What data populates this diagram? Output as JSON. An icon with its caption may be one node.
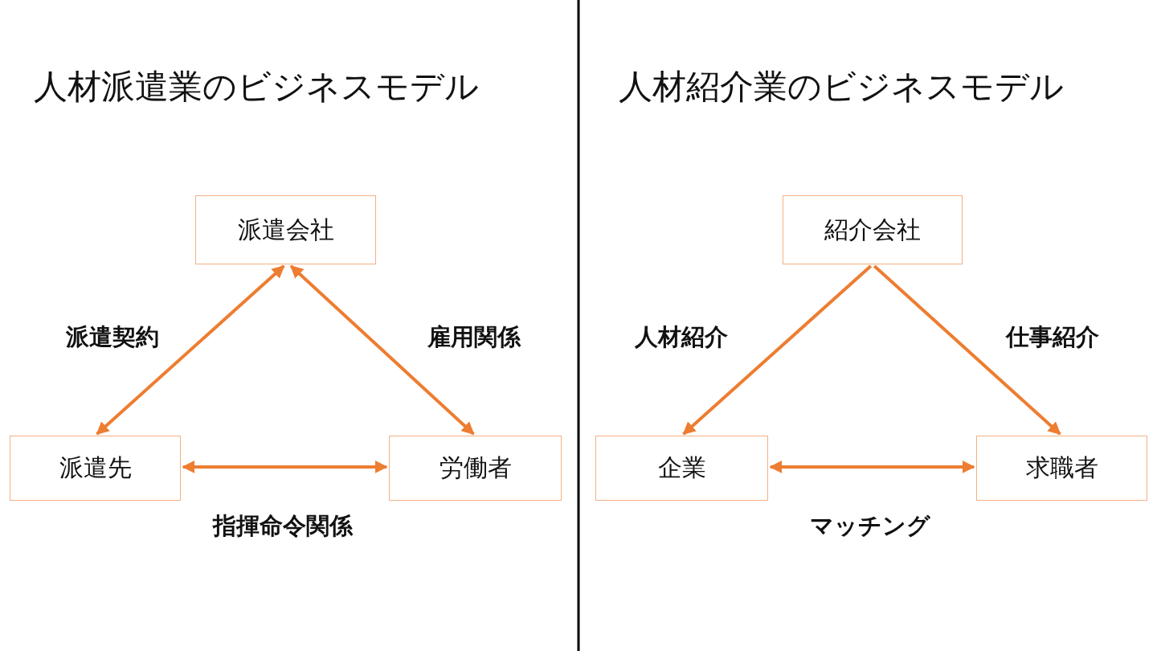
{
  "diagram": {
    "nodes": [
      {
        "text": [
          "派遣会社"
        ]
      },
      {
        "text": [
          "派遣先"
        ]
      },
      {
        "text": [
          "労働者"
        ]
      },
      {
        "text": [
          "紹介会社"
        ]
      },
      {
        "text": [
          "企業"
        ]
      },
      {
        "text": [
          "求職者"
        ]
      }
    ],
    "edges": [
      {
        "from": 0,
        "to": 1,
        "arrow": "both",
        "label": "派遣契約"
      },
      {
        "from": 0,
        "to": 2,
        "arrow": "both",
        "label": "雇用関係"
      },
      {
        "from": 1,
        "to": 2,
        "arrow": "both",
        "label": "指揮命令関係"
      },
      {
        "from": 3,
        "to": 4,
        "arrow": "to",
        "label": "人材紹介"
      },
      {
        "from": 3,
        "to": 5,
        "arrow": "to",
        "label": "仕事紹介"
      },
      {
        "from": 4,
        "to": 5,
        "arrow": "both",
        "label": "マッチング"
      }
    ],
    "labels": [
      "人材派遣業のビジネスモデル",
      "人材紹介業のビジネスモデル"
    ]
  }
}
